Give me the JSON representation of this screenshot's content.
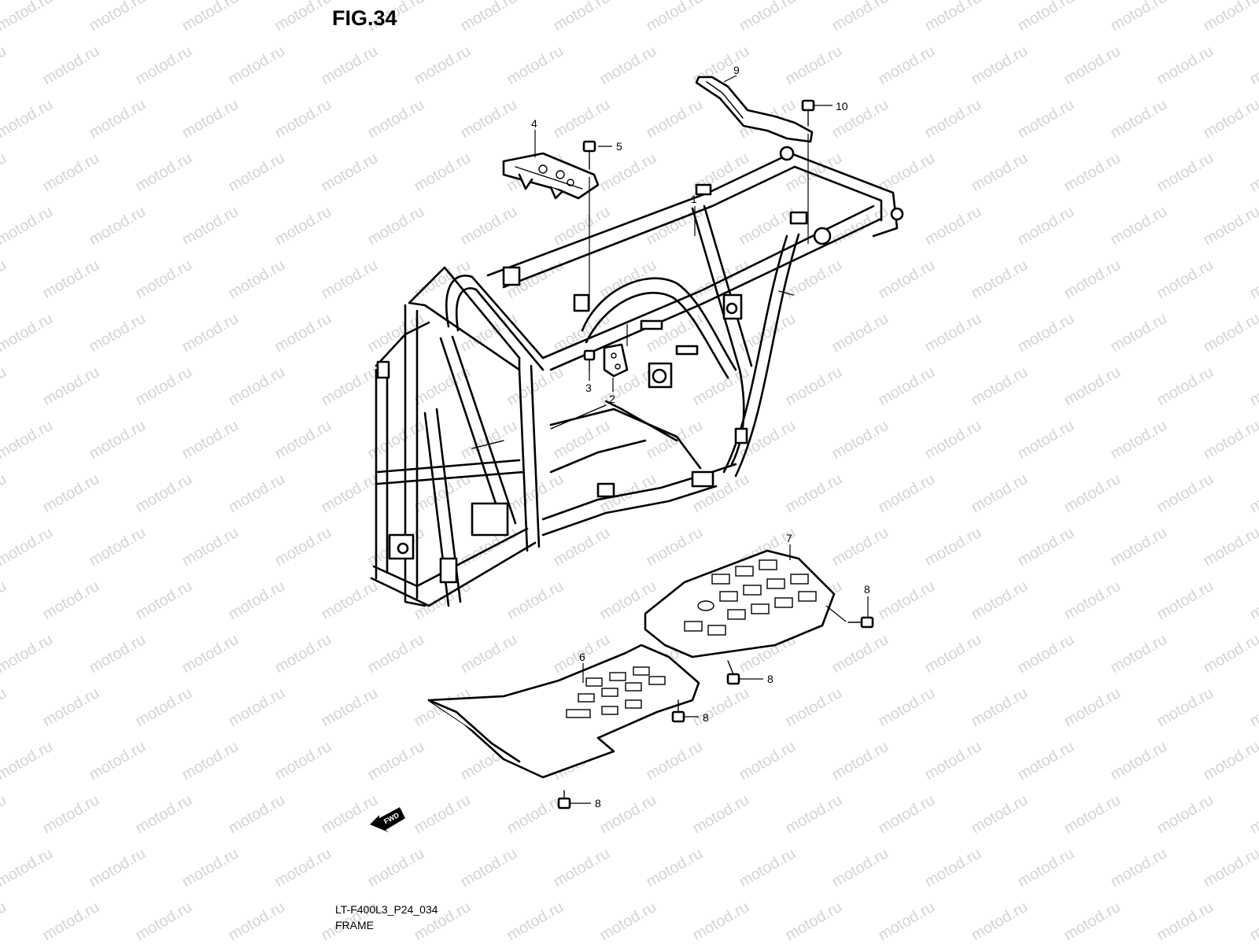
{
  "figure": {
    "title": "FIG.34",
    "model_code": "LT-F400L3_P24_034",
    "section_name": "FRAME",
    "watermark": "motod.ru",
    "fwd_label": "FWD"
  },
  "callouts": [
    {
      "number": "1"
    },
    {
      "number": "2"
    },
    {
      "number": "3"
    },
    {
      "number": "4"
    },
    {
      "number": "5"
    },
    {
      "number": "6"
    },
    {
      "number": "7"
    },
    {
      "number": "8"
    },
    {
      "number": "8"
    },
    {
      "number": "8"
    },
    {
      "number": "8"
    },
    {
      "number": "9"
    },
    {
      "number": "10"
    }
  ],
  "colors": {
    "line": "#000000",
    "background": "#ffffff",
    "watermark": "#d4d4d4"
  }
}
